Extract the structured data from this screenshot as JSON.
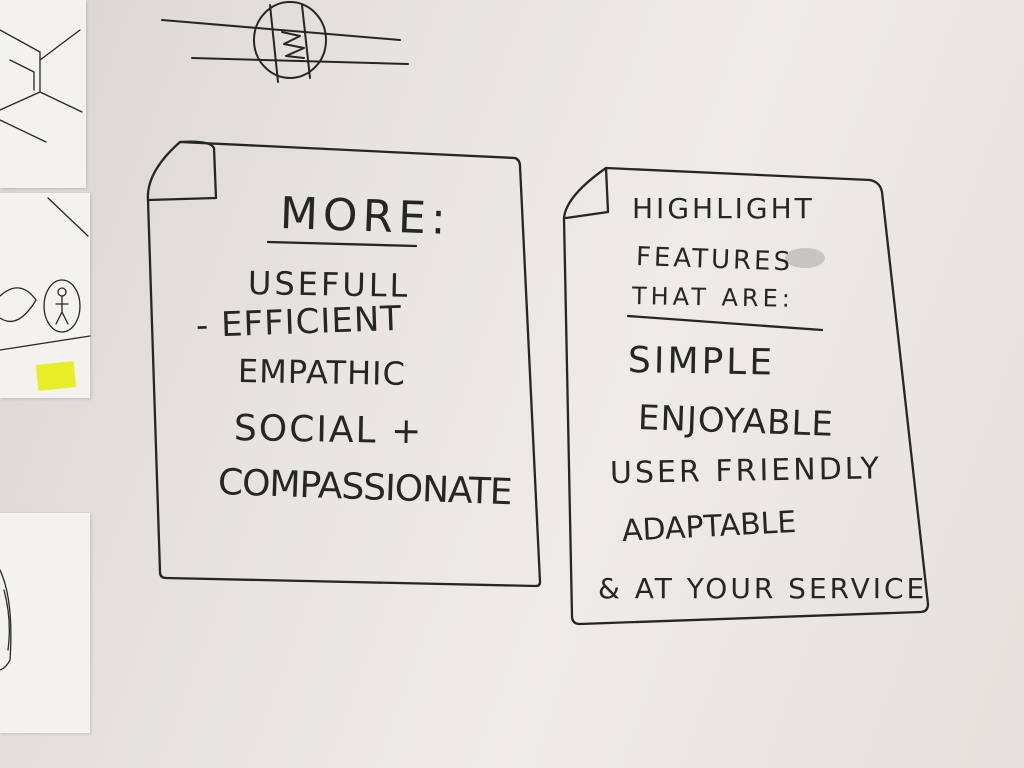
{
  "left_note": {
    "title": "MORE:",
    "items": [
      "USEFULL",
      "- EFFICIENT",
      "EMPATHIC",
      "SOCIAL +",
      "COMPASSIONATE"
    ]
  },
  "right_note": {
    "title_lines": [
      "HIGHLIGHT",
      "FEATURES",
      "THAT ARE:"
    ],
    "items": [
      "SIMPLE",
      "ENJOYABLE",
      "USER FRIENDLY",
      "ADAPTABLE",
      "& AT YOUR SERVICE"
    ]
  },
  "colors": {
    "marker": "#262626",
    "board": "#ebe8e4",
    "sticky": "#e6ef2a"
  }
}
